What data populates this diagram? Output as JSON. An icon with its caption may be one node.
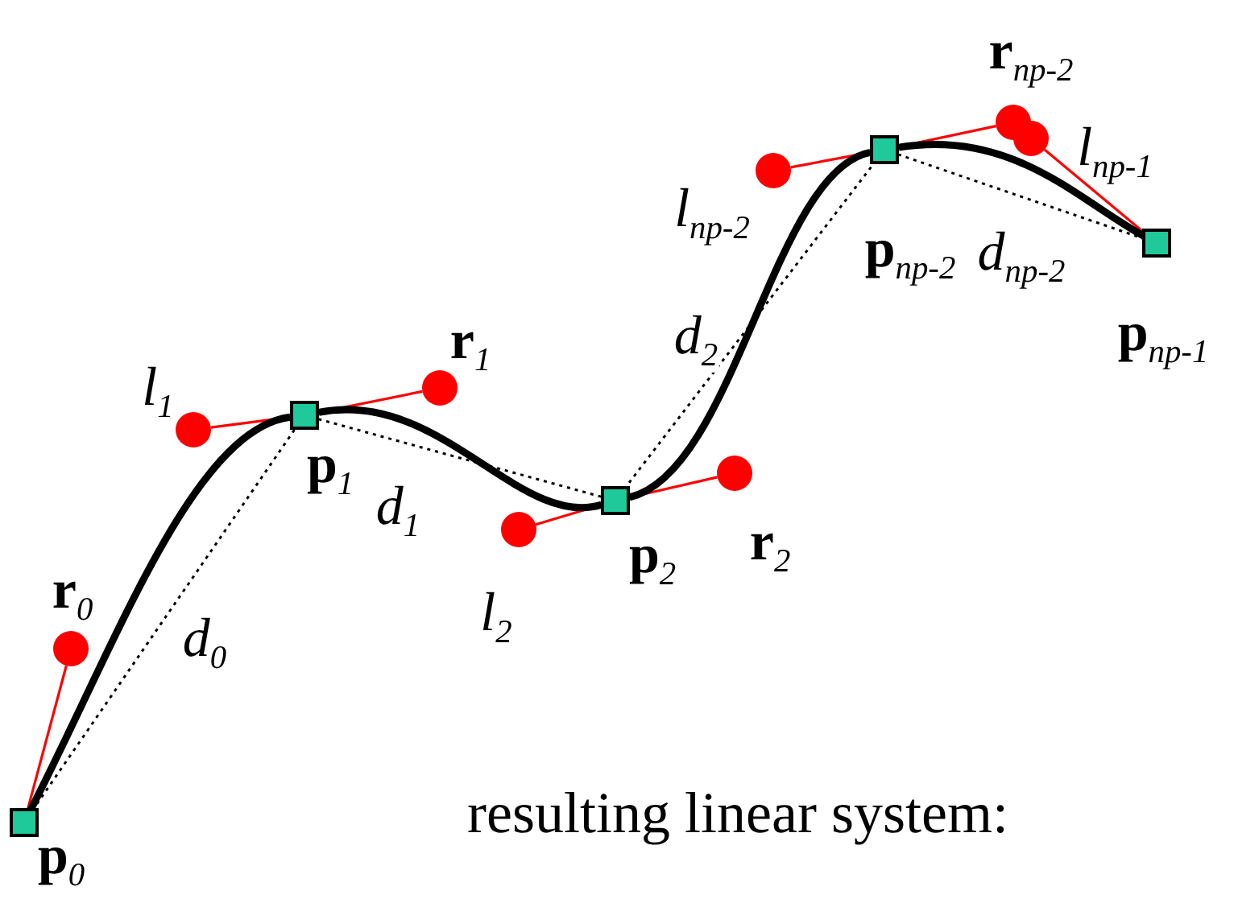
{
  "diagram": {
    "nodes": [
      {
        "text": [],
        "shape": "box",
        "beside": [
          "**p**$_{0}$"
        ]
      },
      {
        "text": [],
        "shape": "circle",
        "beside": [
          "**r**$_{0}$"
        ]
      },
      {
        "text": [],
        "shape": "circle",
        "beside": [
          "*l*$_{1}$"
        ]
      },
      {
        "text": [],
        "shape": "box",
        "beside": [
          "**p**$_{1}$"
        ]
      },
      {
        "text": [],
        "shape": "circle",
        "beside": [
          "**r**$_{1}$"
        ]
      },
      {
        "text": [],
        "shape": "circle",
        "beside": [
          "*l*$_{2}$"
        ]
      },
      {
        "text": [],
        "shape": "box",
        "beside": [
          "**p**$_{2}$"
        ]
      },
      {
        "text": [],
        "shape": "circle",
        "beside": [
          "**r**$_{2}$"
        ]
      },
      {
        "text": [],
        "shape": "circle",
        "beside": [
          "*l*$_{np-2}$"
        ]
      },
      {
        "text": [],
        "shape": "box",
        "beside": [
          "**p**$_{np-2}$"
        ]
      },
      {
        "text": [],
        "shape": "circle",
        "beside": [
          "**r**$_{np-2}$"
        ]
      },
      {
        "text": [],
        "shape": "circle",
        "beside": [
          "*l*$_{np-1}$"
        ]
      },
      {
        "text": [],
        "shape": "box",
        "beside": [
          "**p**$_{np-1}$"
        ]
      }
    ],
    "edges": [
      {
        "from": 0,
        "to": 1,
        "arrow": "none",
        "color": "#ff0000"
      },
      {
        "from": 2,
        "to": 3,
        "arrow": "none",
        "color": "#ff0000"
      },
      {
        "from": 3,
        "to": 4,
        "arrow": "none",
        "color": "#ff0000"
      },
      {
        "from": 5,
        "to": 6,
        "arrow": "none",
        "color": "#ff0000"
      },
      {
        "from": 6,
        "to": 7,
        "arrow": "none",
        "color": "#ff0000"
      },
      {
        "from": 8,
        "to": 9,
        "arrow": "none",
        "color": "#ff0000"
      },
      {
        "from": 9,
        "to": 10,
        "arrow": "none",
        "color": "#ff0000"
      },
      {
        "from": 11,
        "to": 12,
        "arrow": "none",
        "color": "#ff0000"
      },
      {
        "from": 0,
        "to": 3,
        "arrow": "none",
        "style": "thick",
        "color": "#000000"
      },
      {
        "from": 3,
        "to": 6,
        "arrow": "none",
        "style": "thick",
        "color": "#000000"
      },
      {
        "from": 6,
        "to": 9,
        "arrow": "none",
        "style": "thick",
        "color": "#000000"
      },
      {
        "from": 9,
        "to": 12,
        "arrow": "none",
        "style": "thick",
        "color": "#000000"
      },
      {
        "from": 0,
        "to": 3,
        "arrow": "none",
        "style": "dashed",
        "color": "#000000",
        "label": "*d*$_{0}$"
      },
      {
        "from": 3,
        "to": 6,
        "arrow": "none",
        "style": "dashed",
        "color": "#000000",
        "label": "*d*$_{1}$"
      },
      {
        "from": 6,
        "to": 9,
        "arrow": "none",
        "style": "dashed",
        "color": "#000000",
        "label": "*d*$_{2}$"
      },
      {
        "from": 9,
        "to": 12,
        "arrow": "none",
        "style": "dashed",
        "color": "#000000",
        "label": "*d*$_{np-2}$"
      }
    ],
    "labels": [
      "resulting linear system:"
    ]
  }
}
